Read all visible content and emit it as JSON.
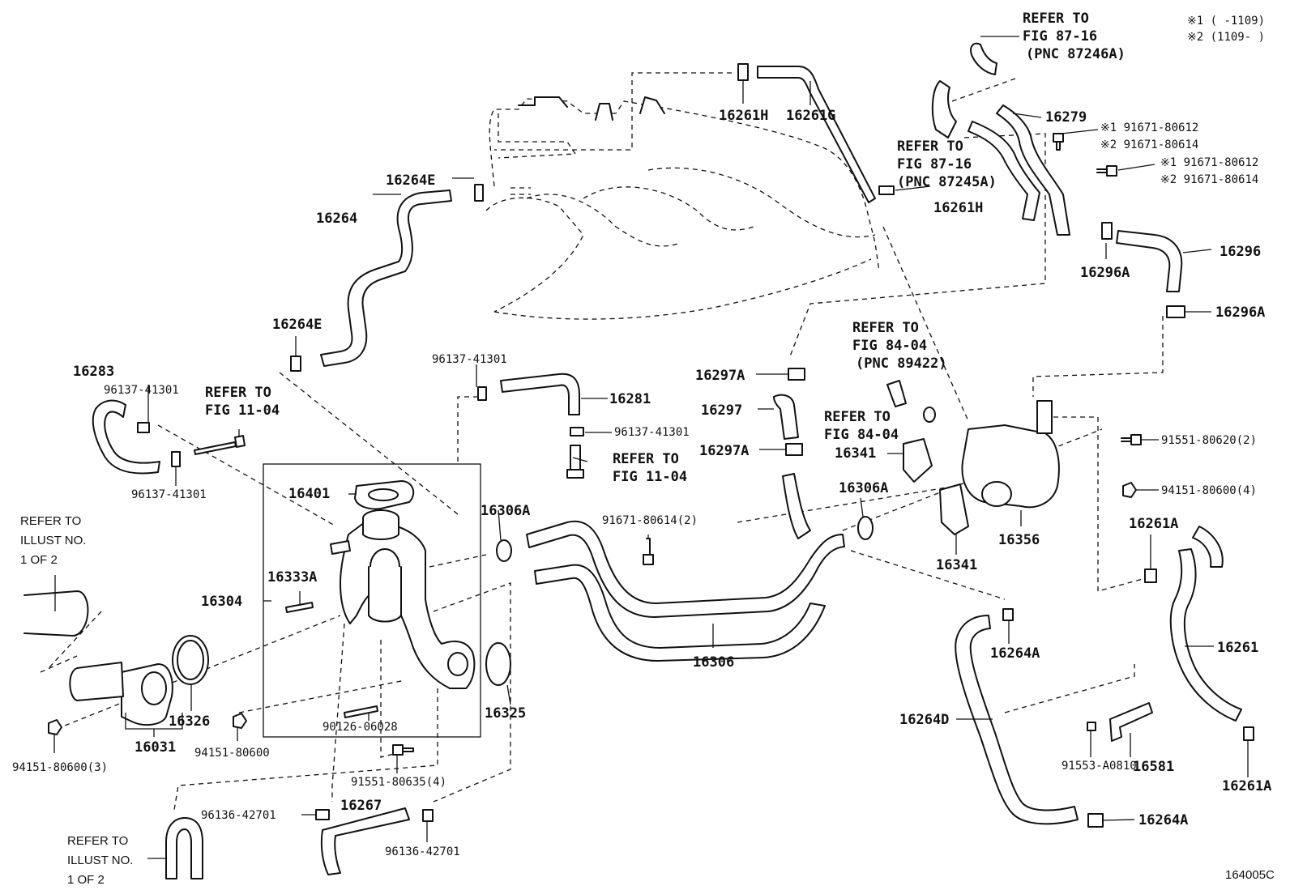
{
  "notes": {
    "note1": "※1 (    -1109)",
    "note2": "※2 (1109-    )"
  },
  "figure_id": "164005C",
  "refs": {
    "fig_87_16_a": [
      "REFER TO",
      "FIG 87-16",
      "(PNC 87246A)"
    ],
    "fig_87_16_b": [
      "REFER TO",
      "FIG 87-16",
      "(PNC 87245A)"
    ],
    "fig_84_04_a": [
      "REFER TO",
      "FIG 84-04",
      "(PNC 89422)"
    ],
    "fig_84_04_b": [
      "REFER TO",
      "FIG 84-04"
    ],
    "fig_11_04_a": [
      "REFER TO",
      "FIG 11-04"
    ],
    "fig_11_04_b": [
      "REFER TO",
      "FIG 11-04"
    ],
    "illust_a": [
      "REFER TO",
      "ILLUST NO.",
      "1 OF 2"
    ],
    "illust_b": [
      "REFER TO",
      "ILLUST NO.",
      "1 OF 2"
    ]
  },
  "parts": {
    "p16261H_top": "16261H",
    "p16261G": "16261G",
    "p16264E_top": "16264E",
    "p16264": "16264",
    "p16264E_low": "16264E",
    "p16279": "16279",
    "b91671_80612_a": "※1 91671-80612",
    "b91671_80614_a": "※2 91671-80614",
    "b91671_80612_b": "※1 91671-80612",
    "b91671_80614_b": "※2 91671-80614",
    "p16261H_mid": "16261H",
    "p16296A_top": "16296A",
    "p16296": "16296",
    "p16296A_right": "16296A",
    "p16283": "16283",
    "c96137_41301_a": "96137-41301",
    "c96137_41301_b": "96137-41301",
    "c96137_41301_c": "96137-41301",
    "c96137_41301_d": "96137-41301",
    "p16281": "16281",
    "p16297A_top": "16297A",
    "p16297": "16297",
    "p16297A_low": "16297A",
    "p16341_left": "16341",
    "p16341_low": "16341",
    "b91551_80620": "91551-80620(2)",
    "n94151_80600_4": "94151-80600(4)",
    "p16401": "16401",
    "p16306A_left": "16306A",
    "p16306A_right": "16306A",
    "b91671_80614_2": "91671-80614(2)",
    "p16356": "16356",
    "p16261A_top": "16261A",
    "p16333A": "16333A",
    "p16304": "16304",
    "p16306": "16306",
    "p16264A_mid": "16264A",
    "p16261": "16261",
    "p16326": "16326",
    "p16325": "16325",
    "s90126_06028": "90126-06028",
    "p16264D": "16264D",
    "n94151_80600_3": "94151-80600(3)",
    "p16031": "16031",
    "n94151_80600": "94151-80600",
    "b91551_80635": "91551-80635(4)",
    "b91553_A0810": "91553-A0810",
    "p16581": "16581",
    "p16261A_low": "16261A",
    "c96136_42701_a": "96136-42701",
    "p16267": "16267",
    "c96136_42701_b": "96136-42701",
    "p16264A_low": "16264A"
  }
}
